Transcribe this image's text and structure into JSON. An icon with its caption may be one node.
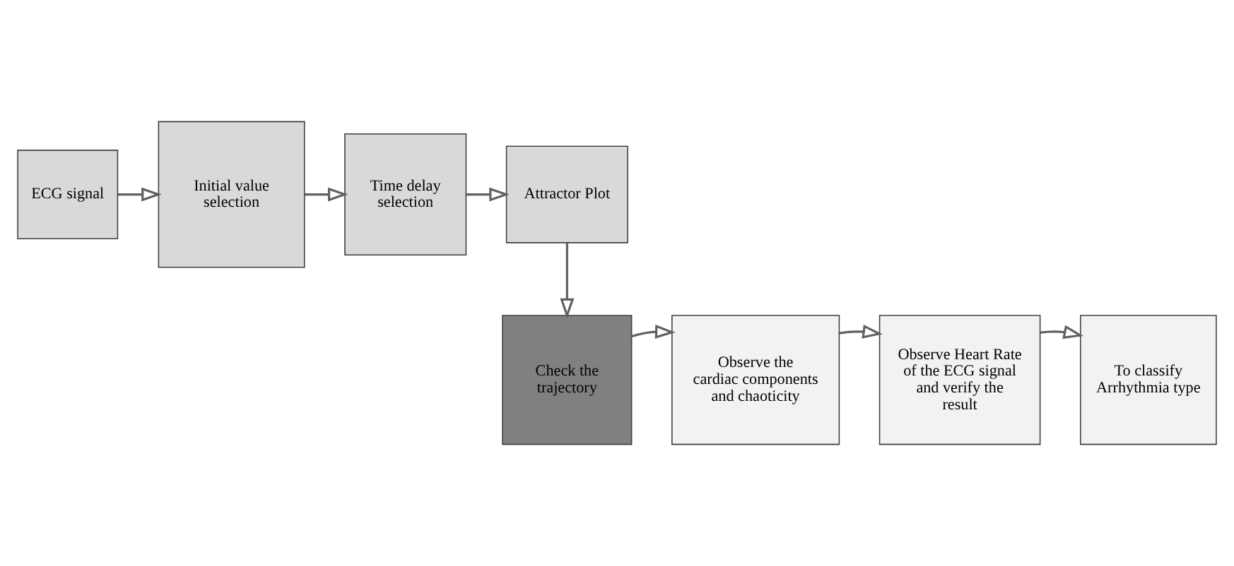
{
  "diagram": {
    "nodes": [
      {
        "text": [
          "ECG signal"
        ]
      },
      {
        "text": [
          "Initial value selection"
        ]
      },
      {
        "text": [
          "Time delay selection"
        ]
      },
      {
        "text": [
          "Attractor Plot"
        ]
      },
      {
        "text": [
          "To classify Arrhythmia type"
        ]
      },
      {
        "text": [
          "Observe Heart Rate of the ECG signal and verify the result"
        ]
      },
      {
        "text": [
          "Observe the cardiac components and chaoticity"
        ]
      },
      {
        "text": [
          "Check the trajectory"
        ]
      }
    ],
    "edges": [
      {
        "from": 0,
        "to": 1,
        "arrow": "to"
      },
      {
        "from": 1,
        "to": 2,
        "arrow": "to"
      },
      {
        "from": 2,
        "to": 3,
        "arrow": "to"
      },
      {
        "from": 3,
        "to": 7,
        "arrow": "to"
      },
      {
        "from": 7,
        "to": 6,
        "arrow": "to"
      },
      {
        "from": 6,
        "to": 5,
        "arrow": "to"
      },
      {
        "from": 5,
        "to": 4,
        "arrow": "to"
      }
    ]
  }
}
